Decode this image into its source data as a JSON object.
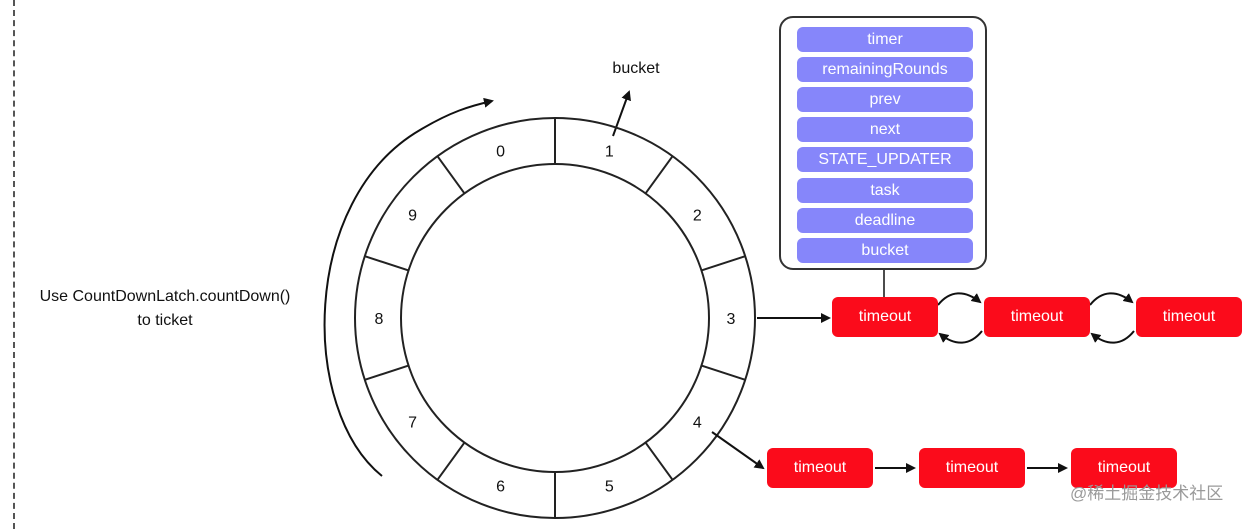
{
  "note": {
    "line1": "Use CountDownLatch.countDown()",
    "line2": "to ticket"
  },
  "bucket_label": "bucket",
  "wheel": {
    "slots": [
      "0",
      "1",
      "2",
      "3",
      "4",
      "5",
      "6",
      "7",
      "8",
      "9"
    ]
  },
  "timeout_fields": [
    "timer",
    "remainingRounds",
    "prev",
    "next",
    "STATE_UPDATER",
    "task",
    "deadline",
    "bucket"
  ],
  "bucket3_chain": [
    "timeout",
    "timeout",
    "timeout"
  ],
  "bucket4_chain": [
    "timeout",
    "timeout",
    "timeout"
  ],
  "watermark": "@稀土掘金技术社区",
  "colors": {
    "field_fill": "#8686fa",
    "timeout_fill": "#fb0b1b",
    "line": "#111111"
  }
}
